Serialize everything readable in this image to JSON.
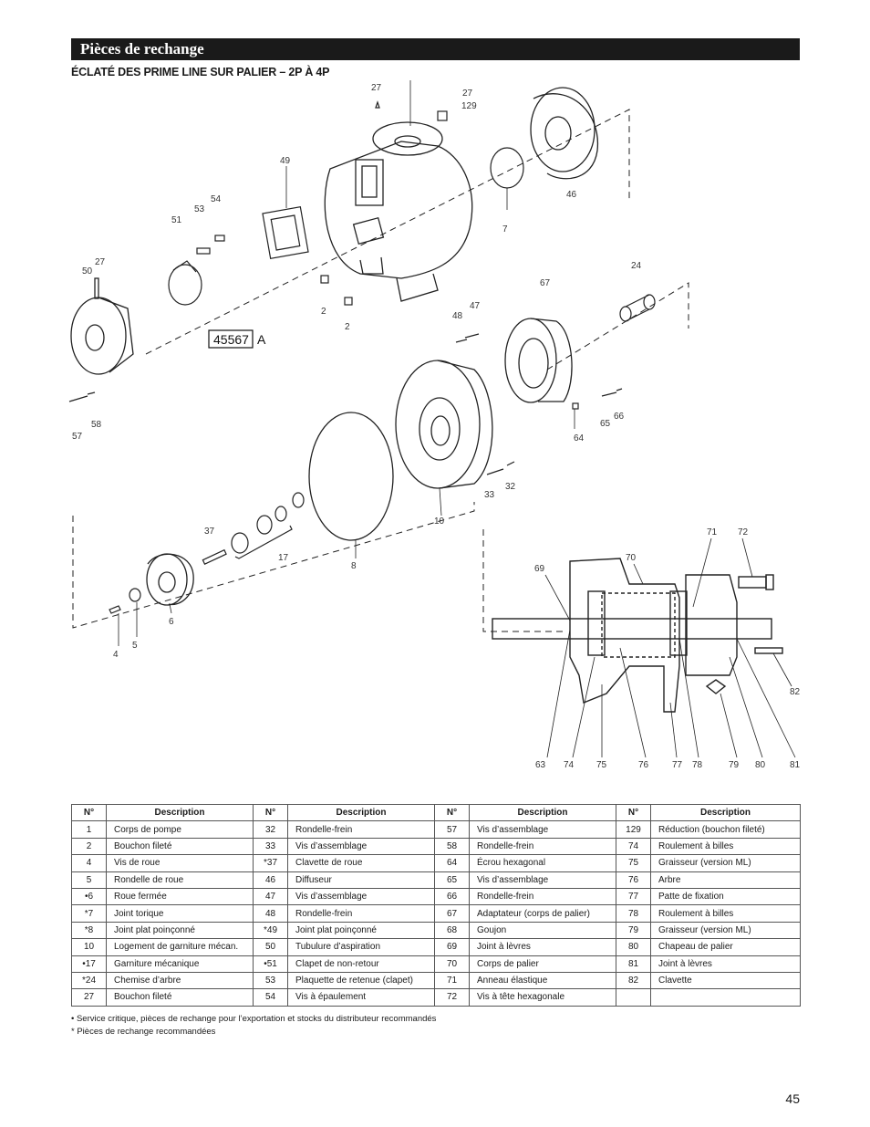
{
  "header": {
    "title": "Pièces de rechange",
    "subtitle": "ÉCLATÉ DES PRIME LINE SUR PALIER – 2P À 4P"
  },
  "diagram": {
    "drawing_id": "45567",
    "drawing_suffix": "A",
    "callouts": [
      "27",
      "27",
      "129",
      "49",
      "46",
      "7",
      "54",
      "53",
      "51",
      "50",
      "27",
      "2",
      "2",
      "24",
      "67",
      "47",
      "48",
      "57",
      "58",
      "64",
      "65",
      "66",
      "33",
      "32",
      "10",
      "37",
      "17",
      "8",
      "6",
      "4",
      "5",
      "71",
      "72",
      "70",
      "69",
      "82",
      "63",
      "74",
      "75",
      "76",
      "77",
      "78",
      "79",
      "80",
      "81"
    ]
  },
  "table": {
    "headers": [
      "N°",
      "Description",
      "N°",
      "Description",
      "N°",
      "Description",
      "N°",
      "Description"
    ],
    "rows": [
      [
        "1",
        "Corps de pompe",
        "32",
        "Rondelle-frein",
        "57",
        "Vis d’assemblage",
        "129",
        "Réduction (bouchon fileté)"
      ],
      [
        "2",
        "Bouchon fileté",
        "33",
        "Vis d’assemblage",
        "58",
        "Rondelle-frein",
        "74",
        "Roulement à billes"
      ],
      [
        "4",
        "Vis de roue",
        "*37",
        "Clavette de roue",
        "64",
        "Écrou hexagonal",
        "75",
        "Graisseur (version ML)"
      ],
      [
        "5",
        "Rondelle de roue",
        "46",
        "Diffuseur",
        "65",
        "Vis d’assemblage",
        "76",
        "Arbre"
      ],
      [
        "•6",
        "Roue fermée",
        "47",
        "Vis d’assemblage",
        "66",
        "Rondelle-frein",
        "77",
        "Patte de fixation"
      ],
      [
        "*7",
        "Joint torique",
        "48",
        "Rondelle-frein",
        "67",
        "Adaptateur (corps de palier)",
        "78",
        "Roulement à billes"
      ],
      [
        "*8",
        "Joint plat poinçonné",
        "*49",
        "Joint plat poinçonné",
        "68",
        "Goujon",
        "79",
        "Graisseur (version ML)"
      ],
      [
        "10",
        "Logement de garniture mécan.",
        "50",
        "Tubulure d’aspiration",
        "69",
        "Joint à lèvres",
        "80",
        "Chapeau de palier"
      ],
      [
        "•17",
        "Garniture mécanique",
        "•51",
        "Clapet de non-retour",
        "70",
        "Corps de palier",
        "81",
        "Joint à lèvres"
      ],
      [
        "*24",
        "Chemise d’arbre",
        "53",
        "Plaquette de retenue (clapet)",
        "71",
        "Anneau élastique",
        "82",
        "Clavette"
      ],
      [
        "27",
        "Bouchon fileté",
        "54",
        "Vis à épaulement",
        "72",
        "Vis à tête hexagonale",
        "",
        ""
      ]
    ]
  },
  "footnotes": [
    "•  Service critique, pièces de rechange pour l’exportation et stocks du distributeur recommandés",
    "*  Pièces de rechange recommandées"
  ],
  "page_number": "45",
  "colors": {
    "header_bg": "#1a1a1a",
    "header_text": "#ffffff",
    "line": "#222222"
  }
}
